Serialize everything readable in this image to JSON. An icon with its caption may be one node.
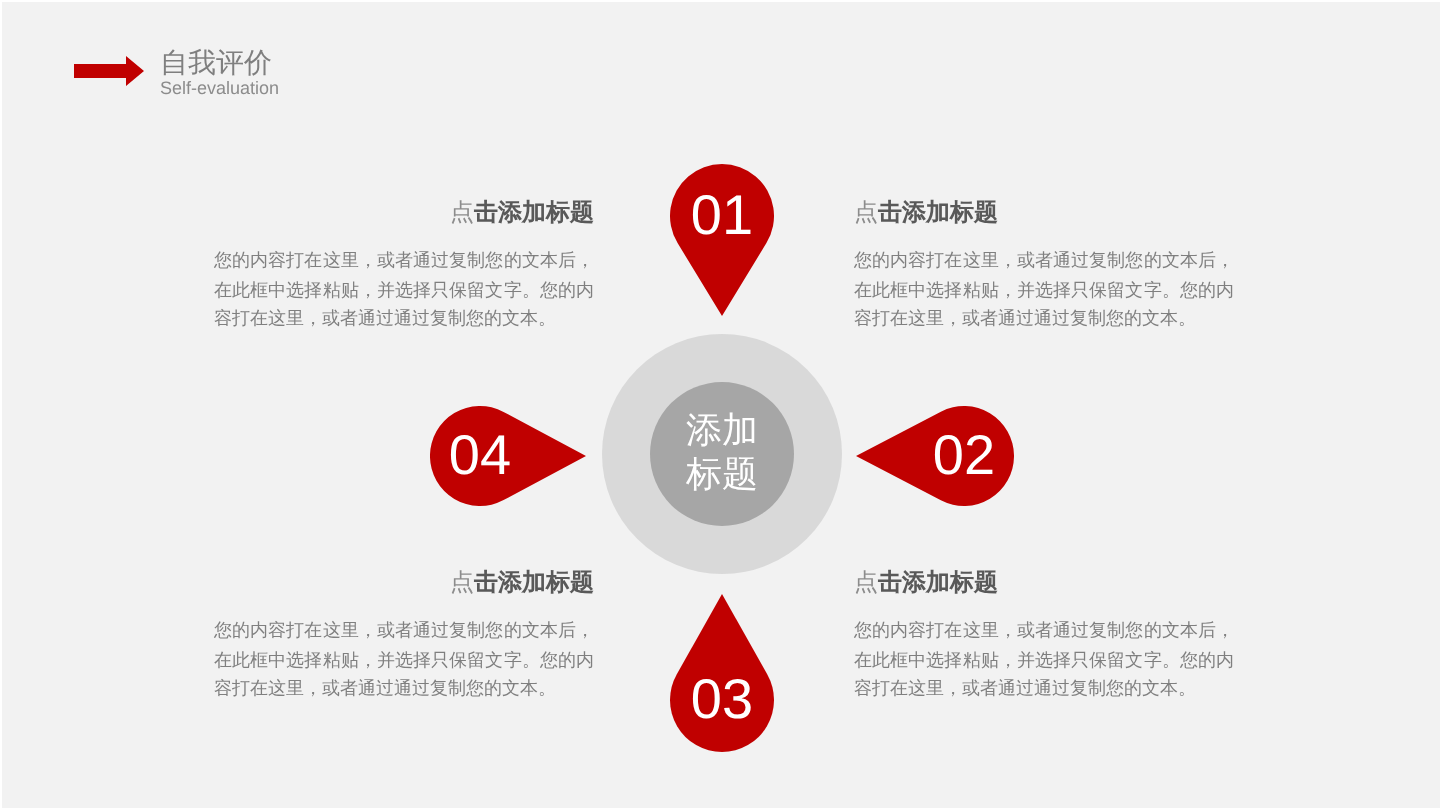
{
  "diagram": {
    "title": "自我评价",
    "nodes": [
      {
        "text": [],
        "shape": "circle"
      },
      {
        "text": [
          "添加标题"
        ],
        "in": 0
      },
      {
        "text": [
          "01"
        ]
      },
      {
        "text": [
          "02"
        ]
      },
      {
        "text": [
          "03"
        ]
      },
      {
        "text": [
          "04"
        ]
      }
    ],
    "labels": [
      "Self-evaluation",
      "点**击添加标题**",
      "您的内容打在这里，或者通过复制您的文本后，在此框中选择粘贴，并选择只保留文字。您的内容打在这里，或者通过通过复制您的文本。",
      "点**击添加标题**",
      "您的内容打在这里，或者通过复制您的文本后，在此框中选择粘贴，并选择只保留文字。您的内容打在这里，或者通过通过复制您的文本。",
      "点**击添加标题**",
      "您的内容打在这里，或者通过复制您的文本后，在此框中选择粘贴，并选择只保留文字。您的内容打在这里，或者通过通过复制您的文本。",
      "点**击添加标题**",
      "您的内容打在这里，或者通过复制您的文本后，在此框中选择粘贴，并选择只保留文字。您的内容打在这里，或者通过通过复制您的文本。"
    ]
  }
}
